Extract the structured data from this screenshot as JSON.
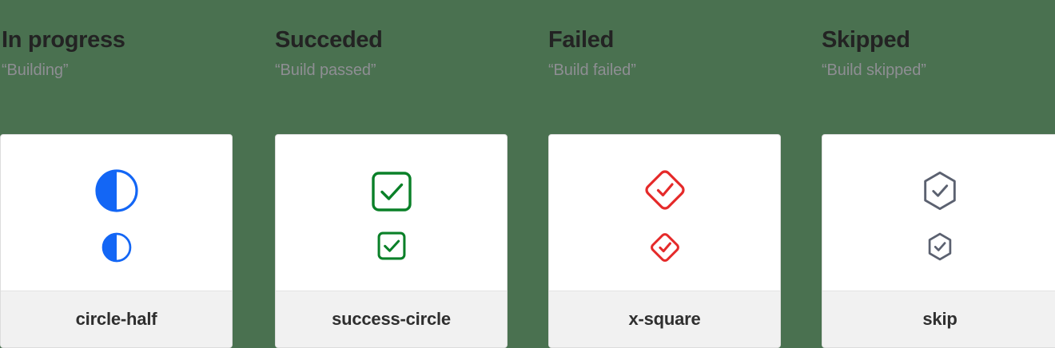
{
  "page": {
    "background_color": "#4a7150",
    "card_background": "#ffffff",
    "card_footer_background": "#f1f1f1",
    "title_color": "#232323",
    "subtitle_color": "#8e8e93"
  },
  "columns": [
    {
      "title": "In progress",
      "subtitle": "“Building”",
      "icon_name": "circle-half",
      "icon_label": "circle-half",
      "icon_color": "#1366f5",
      "icon_big_size": 56,
      "icon_small_size": 38
    },
    {
      "title": "Succeded",
      "subtitle": "“Build passed”",
      "icon_name": "success-circle",
      "icon_label": "success-circle",
      "icon_color": "#0a8028",
      "icon_big_size": 52,
      "icon_small_size": 36
    },
    {
      "title": "Failed",
      "subtitle": "“Build failed”",
      "icon_name": "x-square",
      "icon_label": "x-square",
      "icon_color": "#e52a2a",
      "icon_big_size": 56,
      "icon_small_size": 40
    },
    {
      "title": "Skipped",
      "subtitle": "“Build skipped”",
      "icon_name": "skip",
      "icon_label": "skip",
      "icon_color": "#5b6170",
      "icon_big_size": 54,
      "icon_small_size": 38
    }
  ]
}
